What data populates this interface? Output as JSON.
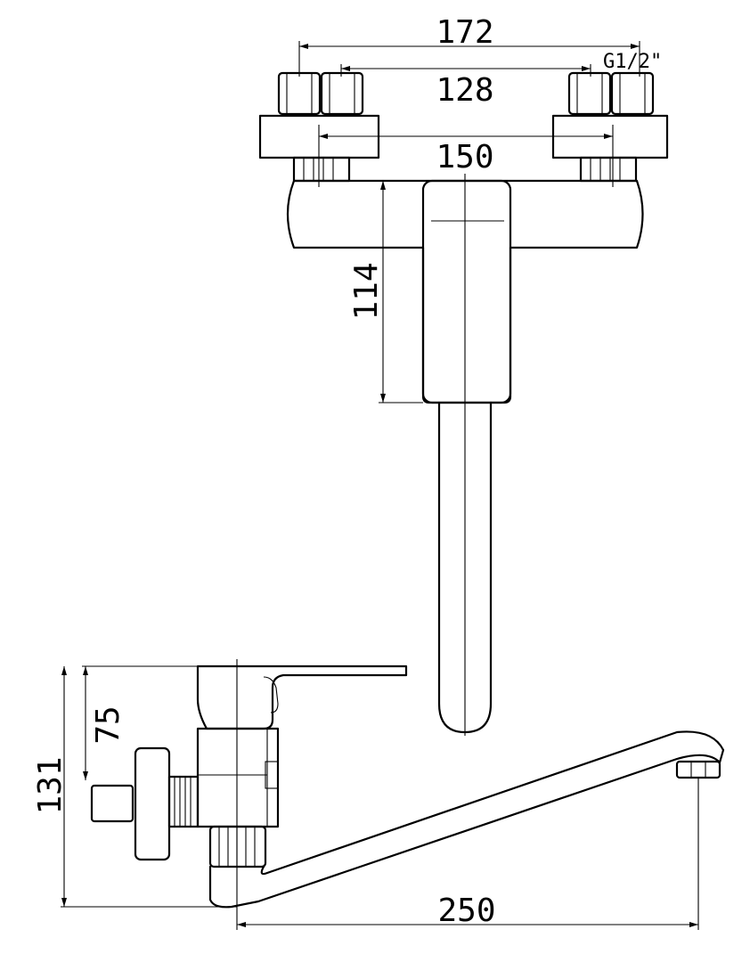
{
  "dimensions": {
    "width_outer": "172",
    "width_inner": "128",
    "thread": "G1/2\"",
    "flange": "150",
    "body_height": "114",
    "side_height_small": "75",
    "side_height_total": "131",
    "spout_length": "250"
  }
}
